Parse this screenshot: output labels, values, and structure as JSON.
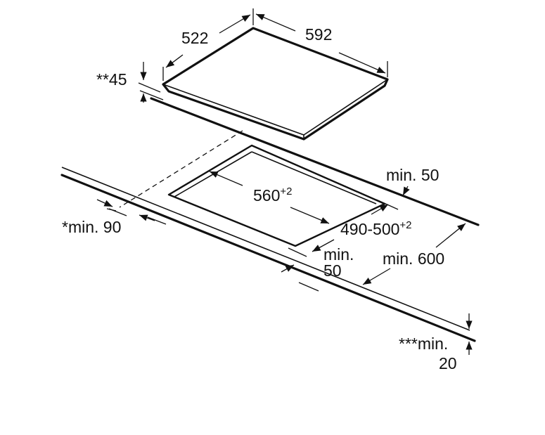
{
  "labels": {
    "hob_depth": "522",
    "hob_width": "592",
    "hob_height": "**45",
    "cutout_width": "560",
    "cutout_width_tol": "+2",
    "cutout_depth": "490-500",
    "cutout_depth_tol": "+2",
    "back_clearance": "min. 50",
    "side_clearance": "*min. 90",
    "front_clearance_line1": "min.",
    "front_clearance_line2": "50",
    "worktop_depth": "min. 600",
    "worktop_thickness_line1": "***min.",
    "worktop_thickness_line2": "20"
  }
}
